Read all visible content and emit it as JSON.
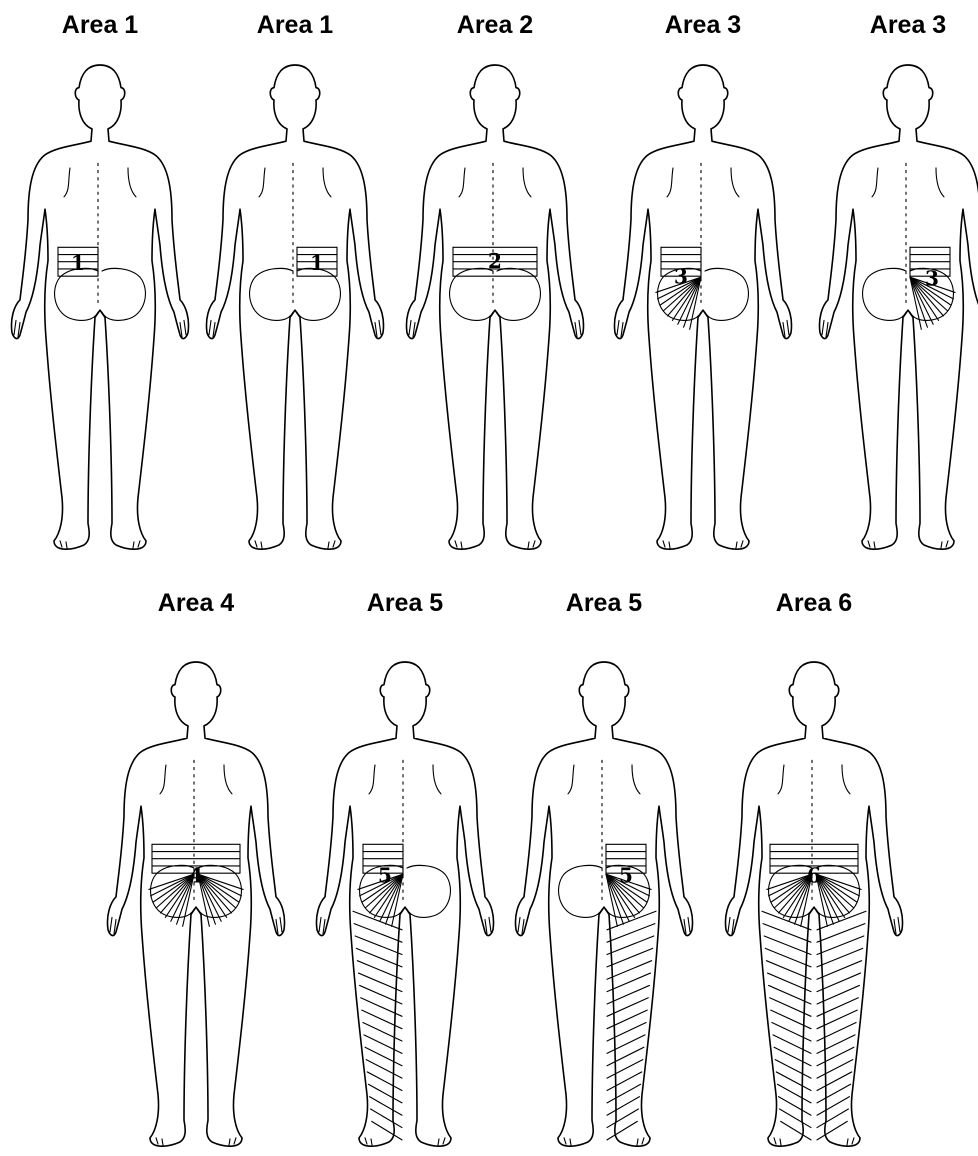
{
  "figures": [
    {
      "title": "Area 1",
      "number": "1",
      "region": "band-left"
    },
    {
      "title": "Area 1",
      "number": "1",
      "region": "band-right"
    },
    {
      "title": "Area 2",
      "number": "2",
      "region": "band-center"
    },
    {
      "title": "Area 3",
      "number": "3",
      "region": "buttock-left"
    },
    {
      "title": "Area 3",
      "number": "3",
      "region": "buttock-right"
    },
    {
      "title": "Area 4",
      "number": "4",
      "region": "buttocks-both"
    },
    {
      "title": "Area 5",
      "number": "5",
      "region": "leg-left"
    },
    {
      "title": "Area 5",
      "number": "5",
      "region": "leg-right"
    },
    {
      "title": "Area 6",
      "number": "6",
      "region": "legs-both"
    }
  ]
}
